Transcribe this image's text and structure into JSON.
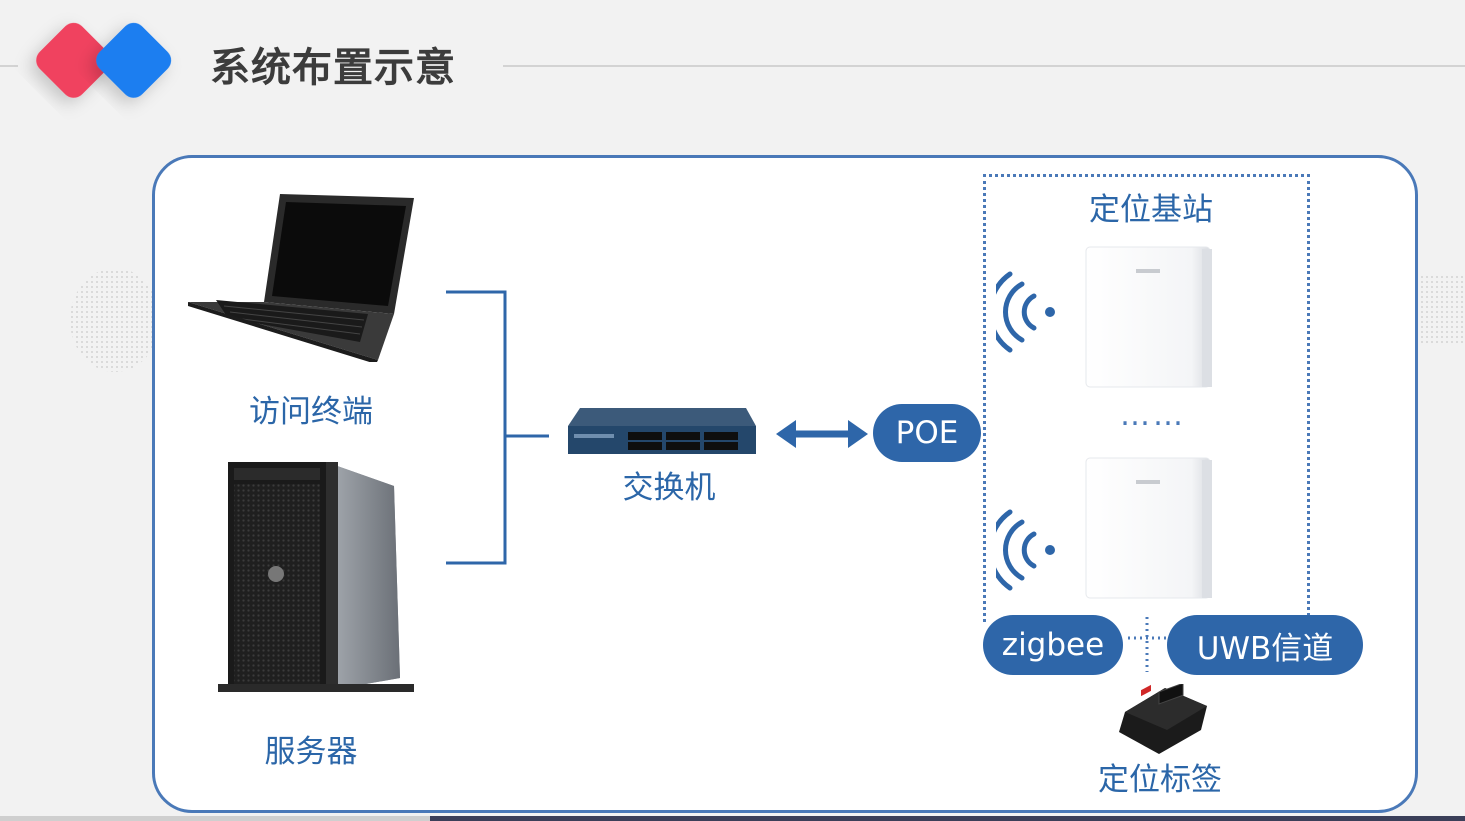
{
  "header": {
    "title": "系统布置示意",
    "accent_red": "#f0435e",
    "accent_blue": "#1e7ef0"
  },
  "diagram": {
    "terminal_label": "访问终端",
    "server_label": "服务器",
    "switch_label": "交换机",
    "poe_label": "POE",
    "base_station_label": "定位基站",
    "ellipsis": "……",
    "zigbee_label": "zigbee",
    "uwb_label": "UWB信道",
    "tag_label": "定位标签",
    "line_color": "#2e66a9"
  }
}
